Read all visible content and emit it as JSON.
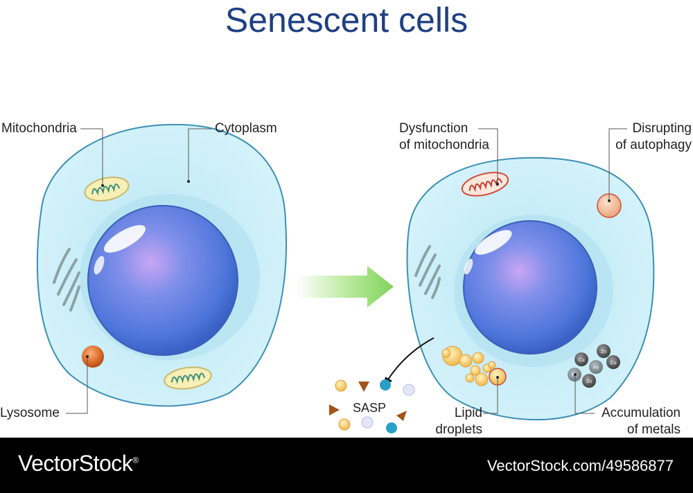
{
  "title": "Senescent cells",
  "labels": {
    "mitochondria": "Mitochondria",
    "cytoplasm": "Cytoplasm",
    "lysosome": "Lysosome",
    "dysfunction_line1": "Dysfunction",
    "dysfunction_line2": "of mitochondria",
    "disrupting_line1": "Disrupting",
    "disrupting_line2": "of autophagy",
    "sasp": "SASP",
    "lipid_line1": "Lipid",
    "lipid_line2": "droplets",
    "metals_line1": "Accumulation",
    "metals_line2": "of metals"
  },
  "metals": [
    "Cu",
    "Zn",
    "Fe",
    "Cu",
    "Fe",
    "Zn"
  ],
  "footer": {
    "brand": "VectorStock",
    "brand_mark": "®",
    "stock_id": "VectorStock.com/49586877"
  },
  "colors": {
    "title": "#1f3f82",
    "nucleus": "#5b7fe0",
    "cytoplasm": "#c7ecf6",
    "arrow": "#8fd66a"
  }
}
